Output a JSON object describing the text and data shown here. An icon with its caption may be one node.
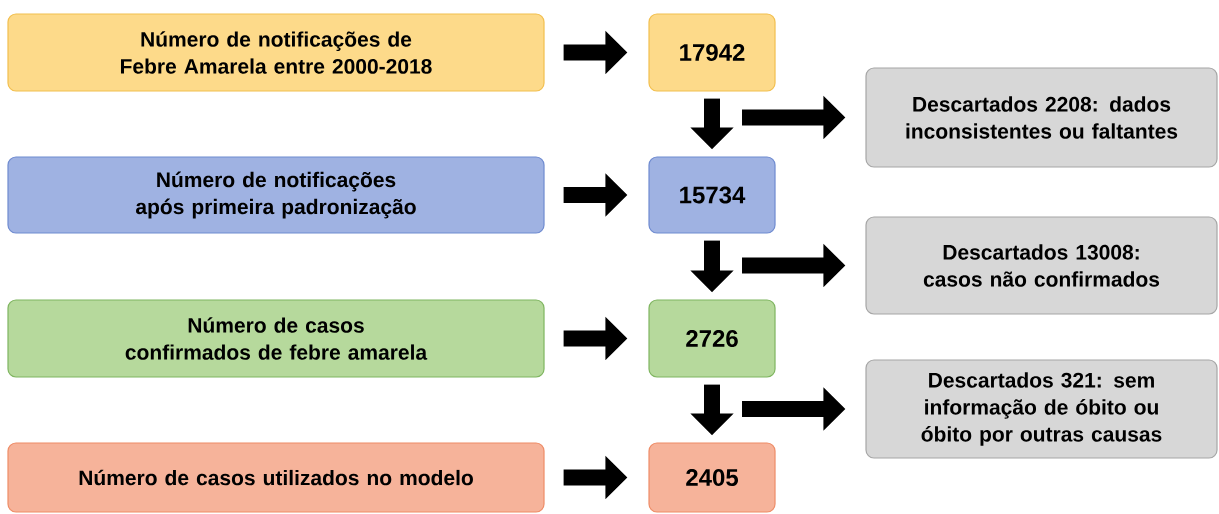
{
  "diagram": {
    "nodes": [
      {
        "text": [
          "Número de notificações de Febre Amarela entre 2000-2018"
        ]
      },
      {
        "text": [
          "17942"
        ]
      },
      {
        "text": [
          "Descartados 2208: dados inconsistentes ou faltantes"
        ]
      },
      {
        "text": [
          "Número de notificações após primeira padronização"
        ]
      },
      {
        "text": [
          "15734"
        ]
      },
      {
        "text": [
          "Descartados 13008: casos não confirmados"
        ]
      },
      {
        "text": [
          "Número de casos confirmados de febre amarela"
        ]
      },
      {
        "text": [
          "2726"
        ]
      },
      {
        "text": [
          "Descartados 321: sem informação de óbito ou óbito por outras causas"
        ]
      },
      {
        "text": [
          "Número de casos utilizados no modelo"
        ]
      },
      {
        "text": [
          "2405"
        ]
      }
    ],
    "edges": [
      {
        "from": 0,
        "to": 1,
        "arrow": "to"
      },
      {
        "from": 1,
        "to": 4,
        "arrow": "to"
      },
      {
        "from": null,
        "to": 2,
        "arrow": "to"
      },
      {
        "from": 3,
        "to": 4,
        "arrow": "to"
      },
      {
        "from": 4,
        "to": 7,
        "arrow": "to"
      },
      {
        "from": null,
        "to": 5,
        "arrow": "to"
      },
      {
        "from": 6,
        "to": 7,
        "arrow": "to"
      },
      {
        "from": 7,
        "to": 10,
        "arrow": "to"
      },
      {
        "from": null,
        "to": 8,
        "arrow": "to"
      },
      {
        "from": 9,
        "to": 10,
        "arrow": "to"
      }
    ]
  }
}
